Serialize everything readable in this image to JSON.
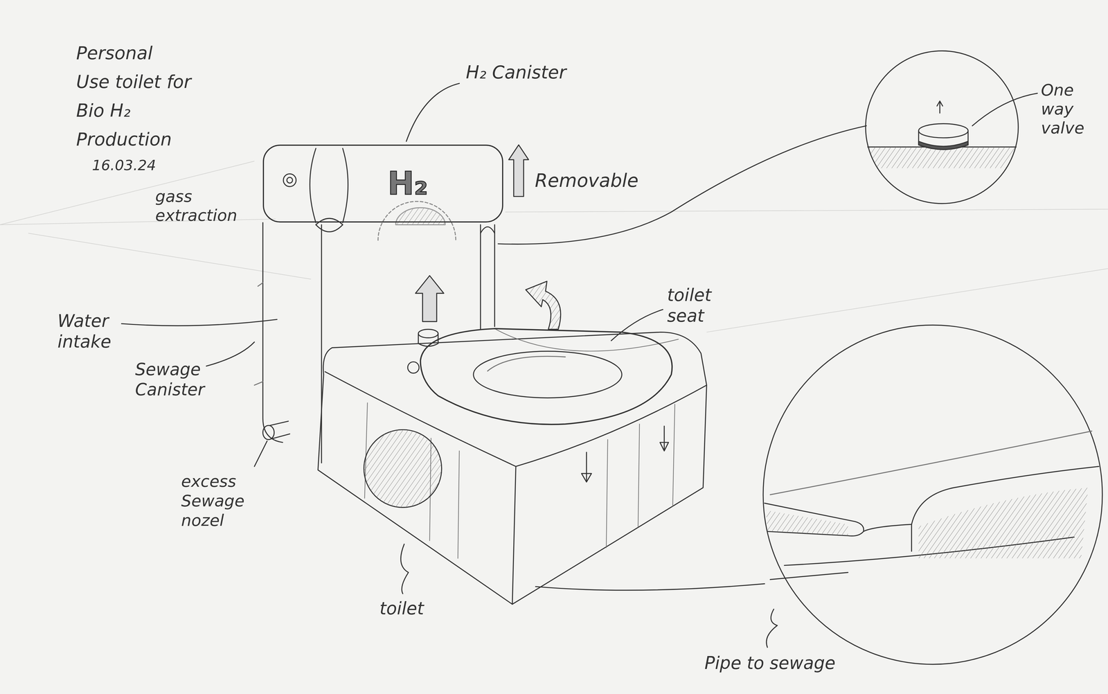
{
  "diagram": {
    "title": "Personal Use toilet for Bio H₂ Production",
    "nodes": [
      {
        "text": [
          "H₂"
        ]
      }
    ],
    "labels": [
      "16.03.24",
      "H₂ Canister",
      "gass extraction",
      "Removable",
      "Water intake",
      "Sewage Canister",
      "excess Sewage nozel",
      "toilet seat",
      "toilet",
      "One way valve",
      "Pipe to sewage"
    ]
  }
}
